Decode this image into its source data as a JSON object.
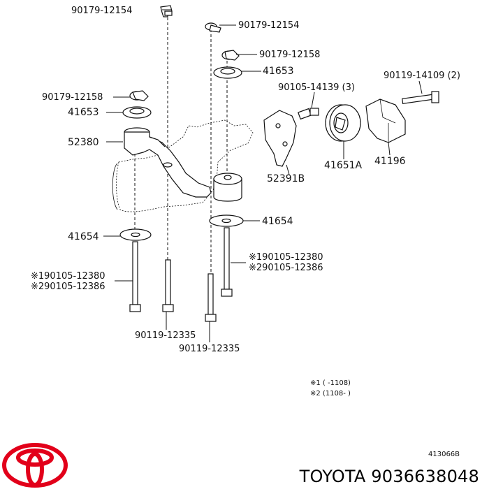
{
  "labels": {
    "p1": "90179-12154",
    "p2": "90179-12154",
    "p3": "90179-12158",
    "p4": "41653",
    "p5": "90119-14109 (2)",
    "p6": "90105-14139 (3)",
    "p7": "90179-12158",
    "p8": "41653",
    "p9": "52380",
    "p10": "52391B",
    "p11": "41651A",
    "p12": "41196",
    "p13": "41654",
    "p14": "41654",
    "p15": "※190105-12380",
    "p16": "※290105-12386",
    "p17": "※190105-12380",
    "p18": "※290105-12386",
    "p19": "90119-12335",
    "p20": "90119-12335"
  },
  "notes": {
    "n1": "※1 (     -1108)",
    "n2": "※2 (1108-     )",
    "code": "413066B"
  },
  "brand": {
    "title": "TOYOTA 9036638048",
    "logo_color": "#e2001a"
  }
}
